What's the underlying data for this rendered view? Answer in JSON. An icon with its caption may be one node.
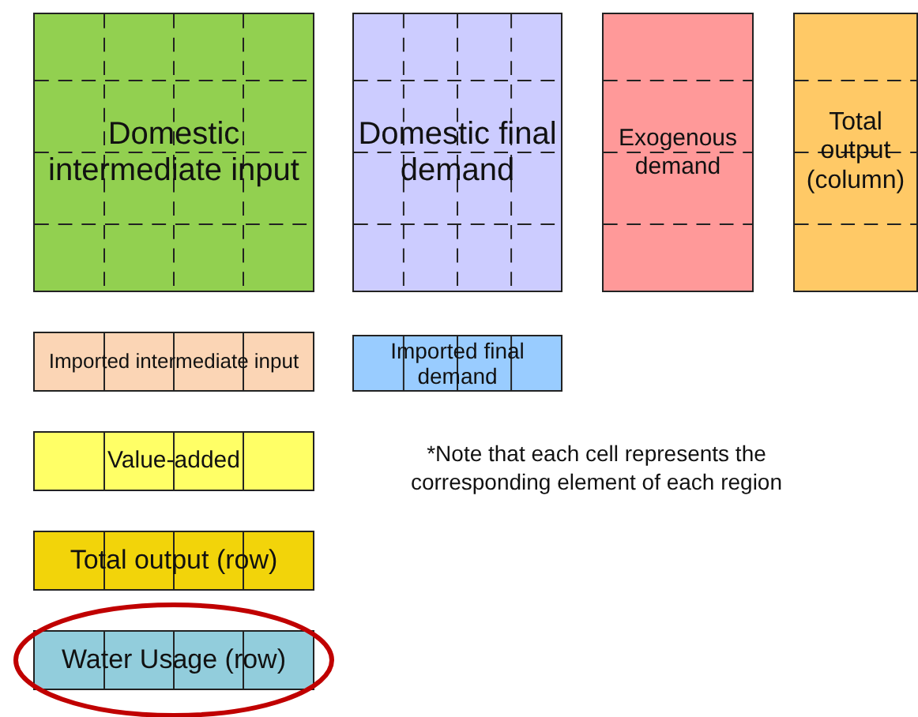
{
  "diagram": {
    "nodes": [
      {
        "text": [
          "Domestic intermediate input"
        ]
      },
      {
        "text": [
          "Domestic final demand"
        ]
      },
      {
        "text": [
          "Exogenous demand"
        ]
      },
      {
        "text": [
          "Total output (column)"
        ]
      },
      {
        "text": [
          "Imported intermediate input"
        ]
      },
      {
        "text": [
          "Imported final demand"
        ]
      },
      {
        "text": [
          "Value-added"
        ]
      },
      {
        "text": [
          "Total output (row)"
        ]
      },
      {
        "text": [
          "Water Usage (row)"
        ]
      }
    ],
    "labels": [
      "*Note that each cell represents the corresponding element of each region"
    ]
  }
}
